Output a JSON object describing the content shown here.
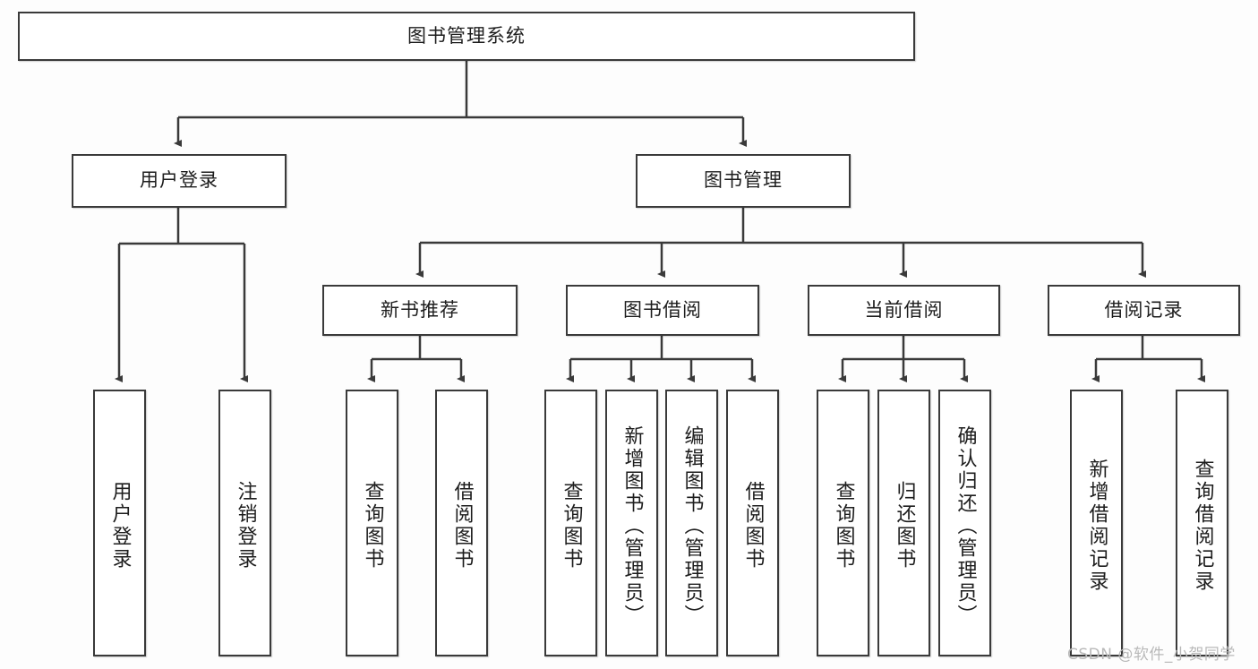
{
  "diagram": {
    "type": "hierarchy-tree",
    "title": "图书管理系统",
    "root": {
      "id": "root",
      "label": "图书管理系统"
    },
    "level1": [
      {
        "id": "user-login",
        "label": "用户登录"
      },
      {
        "id": "book-manage",
        "label": "图书管理"
      }
    ],
    "level2": [
      {
        "id": "new-book-rec",
        "label": "新书推荐",
        "parent": "book-manage"
      },
      {
        "id": "book-borrow",
        "label": "图书借阅",
        "parent": "book-manage"
      },
      {
        "id": "current-borrow",
        "label": "当前借阅",
        "parent": "book-manage"
      },
      {
        "id": "borrow-record",
        "label": "借阅记录",
        "parent": "book-manage"
      }
    ],
    "leaves": [
      {
        "id": "leaf-user-login",
        "label": "用户登录",
        "parent": "user-login"
      },
      {
        "id": "leaf-logout",
        "label": "注销登录",
        "parent": "user-login"
      },
      {
        "id": "leaf-query-book-1",
        "label": "查询图书",
        "parent": "new-book-rec"
      },
      {
        "id": "leaf-borrow-book-1",
        "label": "借阅图书",
        "parent": "new-book-rec"
      },
      {
        "id": "leaf-query-book-2",
        "label": "查询图书",
        "parent": "book-borrow"
      },
      {
        "id": "leaf-add-book",
        "label": "新增图书（管理员）",
        "parent": "book-borrow"
      },
      {
        "id": "leaf-edit-book",
        "label": "编辑图书（管理员）",
        "parent": "book-borrow"
      },
      {
        "id": "leaf-borrow-book-2",
        "label": "借阅图书",
        "parent": "book-borrow"
      },
      {
        "id": "leaf-query-book-3",
        "label": "查询图书",
        "parent": "current-borrow"
      },
      {
        "id": "leaf-return-book",
        "label": "归还图书",
        "parent": "current-borrow"
      },
      {
        "id": "leaf-confirm-return",
        "label": "确认归还（管理员）",
        "parent": "current-borrow"
      },
      {
        "id": "leaf-add-record",
        "label": "新增借阅记录",
        "parent": "borrow-record"
      },
      {
        "id": "leaf-query-record",
        "label": "查询借阅记录",
        "parent": "borrow-record"
      }
    ]
  },
  "watermark": {
    "text": "CSDN @软件_小贺同学"
  },
  "colors": {
    "border": "#3a3a3a",
    "text": "#1d1d1d",
    "background": "#fdfdfd",
    "watermark": "#b9b9b9"
  }
}
